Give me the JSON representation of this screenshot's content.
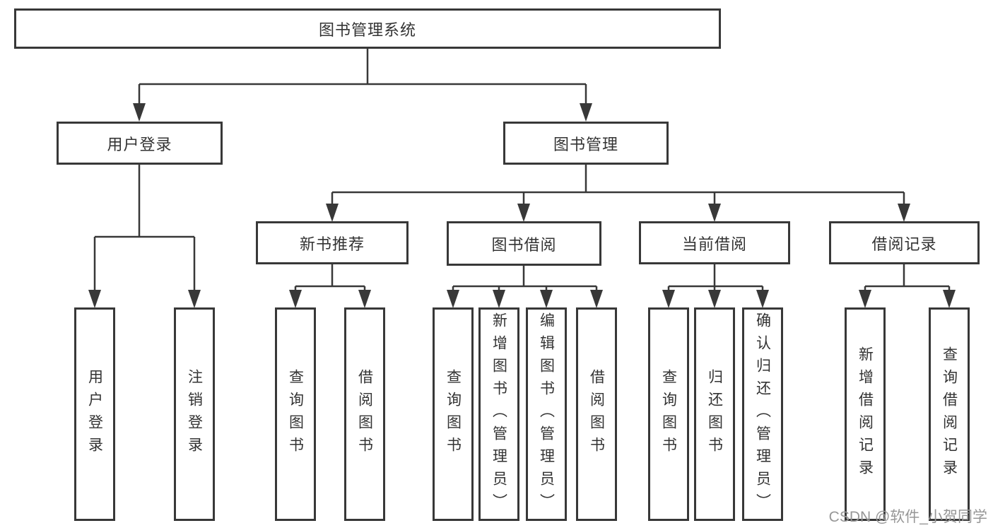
{
  "nodes": {
    "root": "图书管理系统",
    "user_login": "用户登录",
    "book_mgmt": "图书管理",
    "new_book_rec": "新书推荐",
    "book_borrow": "图书借阅",
    "current_borrow": "当前借阅",
    "borrow_records": "借阅记录",
    "leaf_user_login": "用户登录",
    "leaf_logout": "注销登录",
    "leaf_query_book_rec": "查询图书",
    "leaf_borrow_book_rec": "借阅图书",
    "leaf_query_book_borrow": "查询图书",
    "leaf_add_book": "新增图书（管理员）",
    "leaf_edit_book": "编辑图书（管理员）",
    "leaf_borrow_book_borrow": "借阅图书",
    "leaf_query_book_current": "查询图书",
    "leaf_return_book": "归还图书",
    "leaf_confirm_return": "确认归还（管理员）",
    "leaf_add_borrow_record": "新增借阅记录",
    "leaf_query_borrow_record": "查询借阅记录"
  },
  "colors": {
    "line": "#383838",
    "text": "#333333",
    "watermark": "#979797"
  },
  "watermark": "CSDN @软件_小贺同学"
}
